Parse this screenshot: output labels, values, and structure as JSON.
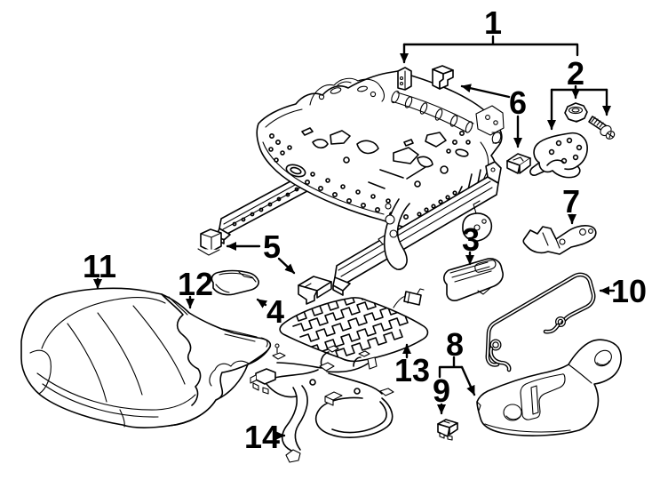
{
  "diagram": {
    "type": "exploded-parts-diagram",
    "subject": "seat-and-track-components",
    "colors": {
      "background": "#ffffff",
      "line_art": "#000000"
    },
    "callouts": [
      {
        "number": "1"
      },
      {
        "number": "2"
      },
      {
        "number": "3"
      },
      {
        "number": "4"
      },
      {
        "number": "5"
      },
      {
        "number": "6"
      },
      {
        "number": "7"
      },
      {
        "number": "8"
      },
      {
        "number": "9"
      },
      {
        "number": "10"
      },
      {
        "number": "11"
      },
      {
        "number": "12"
      },
      {
        "number": "13"
      },
      {
        "number": "14"
      }
    ]
  }
}
